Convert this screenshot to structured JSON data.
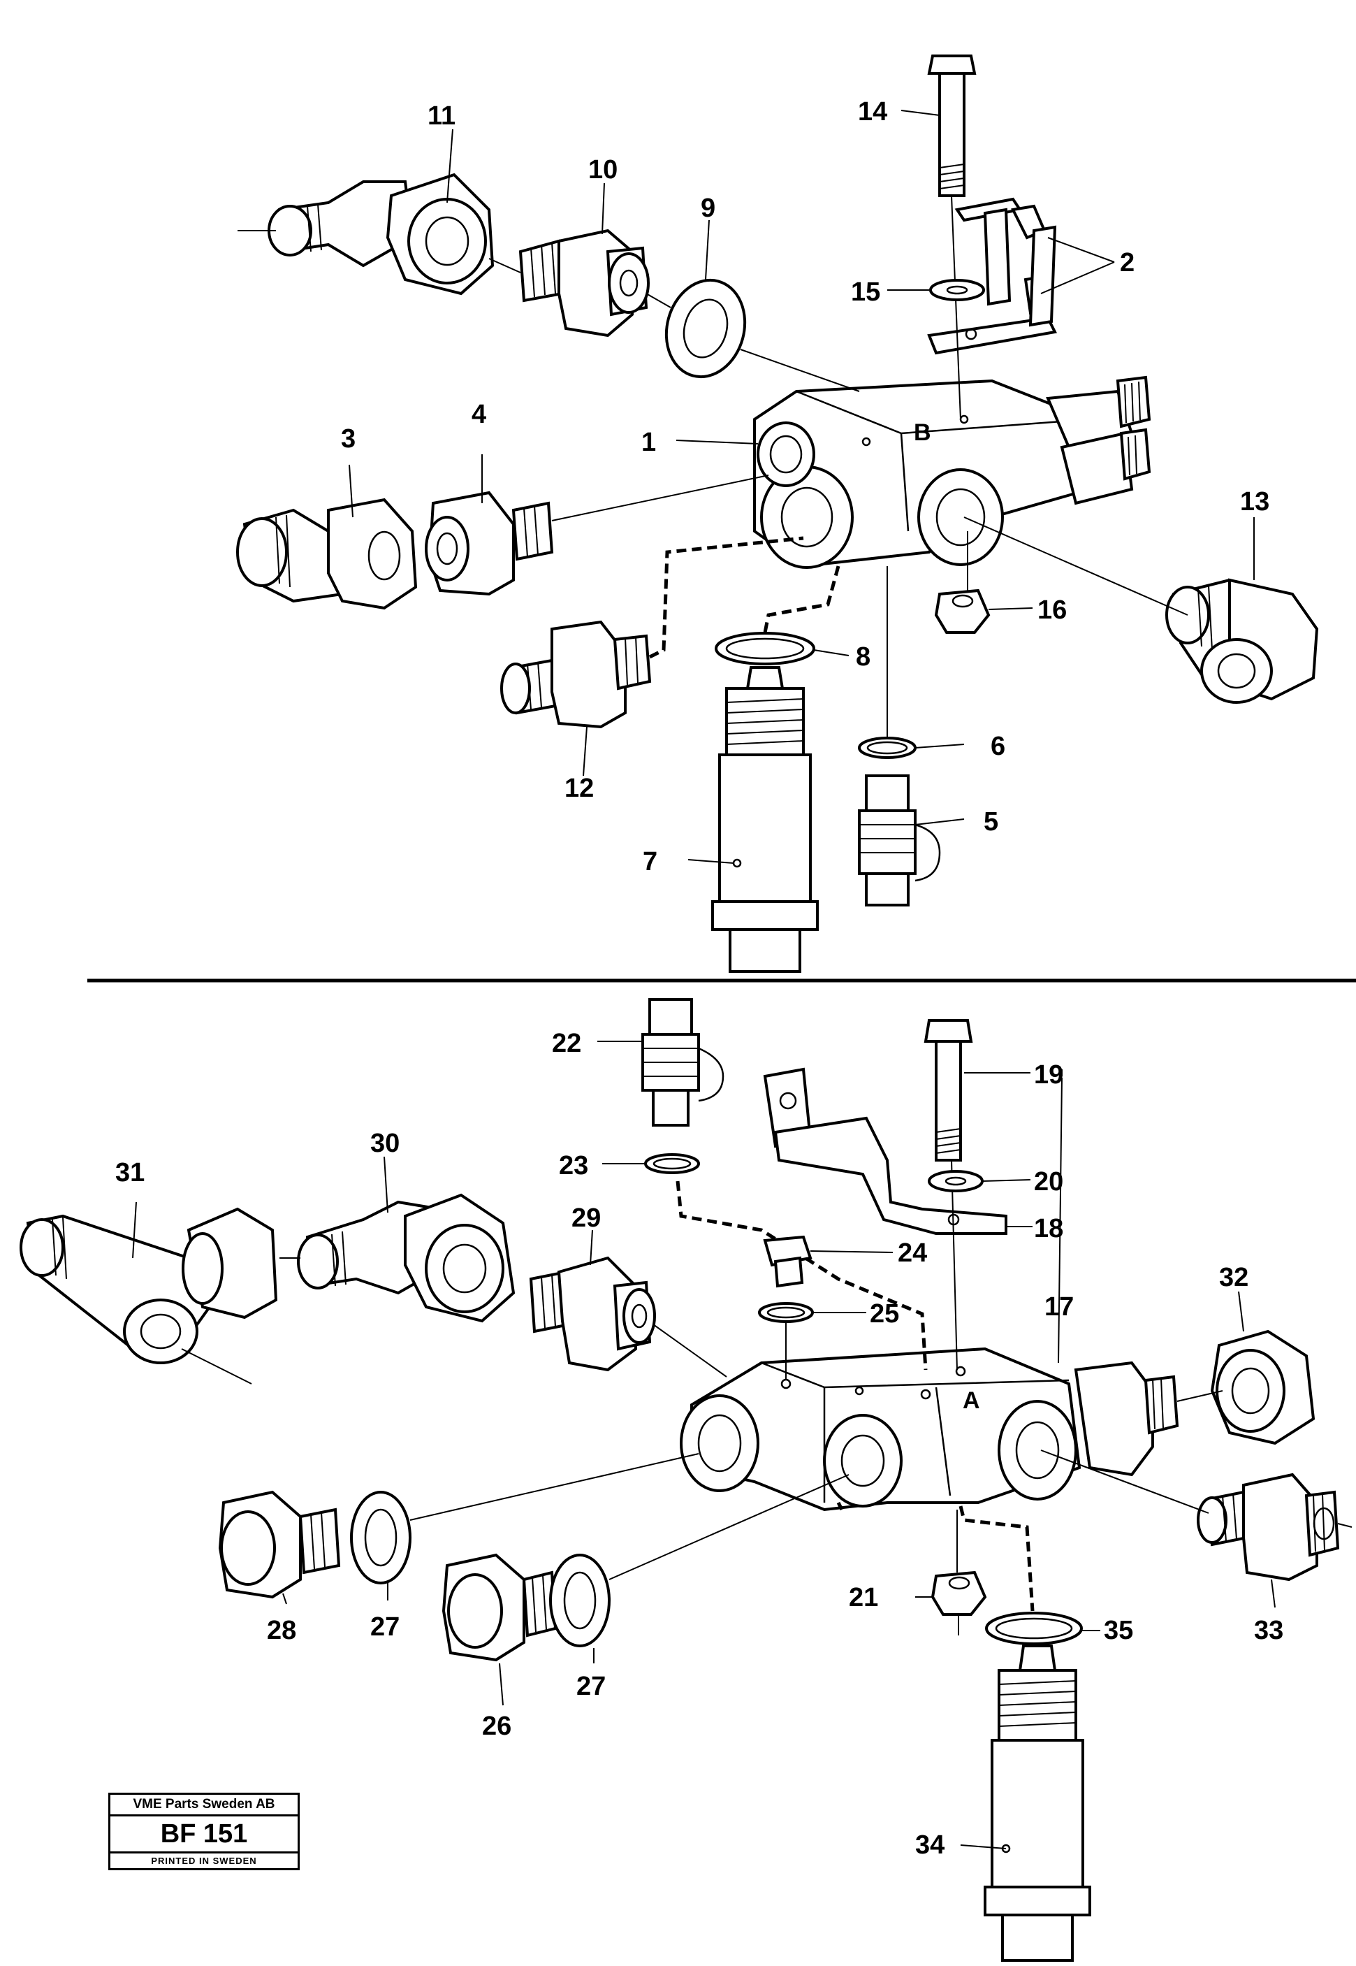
{
  "labels": {
    "p1": "1",
    "p2": "2",
    "p3": "3",
    "p4": "4",
    "p5": "5",
    "p6": "6",
    "p7": "7",
    "p8": "8",
    "p9": "9",
    "p10": "10",
    "p11": "11",
    "p12": "12",
    "p13": "13",
    "p14": "14",
    "p15": "15",
    "p16": "16",
    "p17": "17",
    "p18": "18",
    "p19": "19",
    "p20": "20",
    "p21": "21",
    "p22": "22",
    "p23": "23",
    "p24": "24",
    "p25": "25",
    "p26": "26",
    "p27a": "27",
    "p27b": "27",
    "p28": "28",
    "p29": "29",
    "p30": "30",
    "p31": "31",
    "p32": "32",
    "p33": "33",
    "p34": "34",
    "p35": "35"
  },
  "port_letters": {
    "upper": "B",
    "lower": "A"
  },
  "stamp": {
    "company": "VME Parts Sweden AB",
    "code": "BF 151",
    "printed": "PRINTED IN SWEDEN"
  }
}
